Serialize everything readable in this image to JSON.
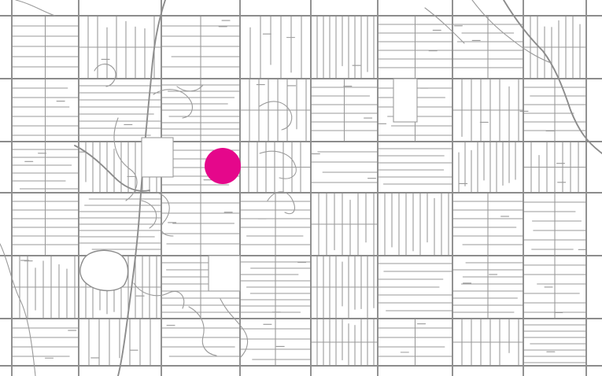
{
  "map": {
    "style": "street-network-outline",
    "background_color": "#ffffff",
    "road_color": "#9a9a9a",
    "major_road_color": "#8c8c8c",
    "marker": {
      "shape": "filled-circle",
      "color": "#e5078b"
    },
    "features": [
      "street-grid",
      "lake",
      "diagonal-rail-line",
      "curvilinear-subdivisions"
    ]
  }
}
